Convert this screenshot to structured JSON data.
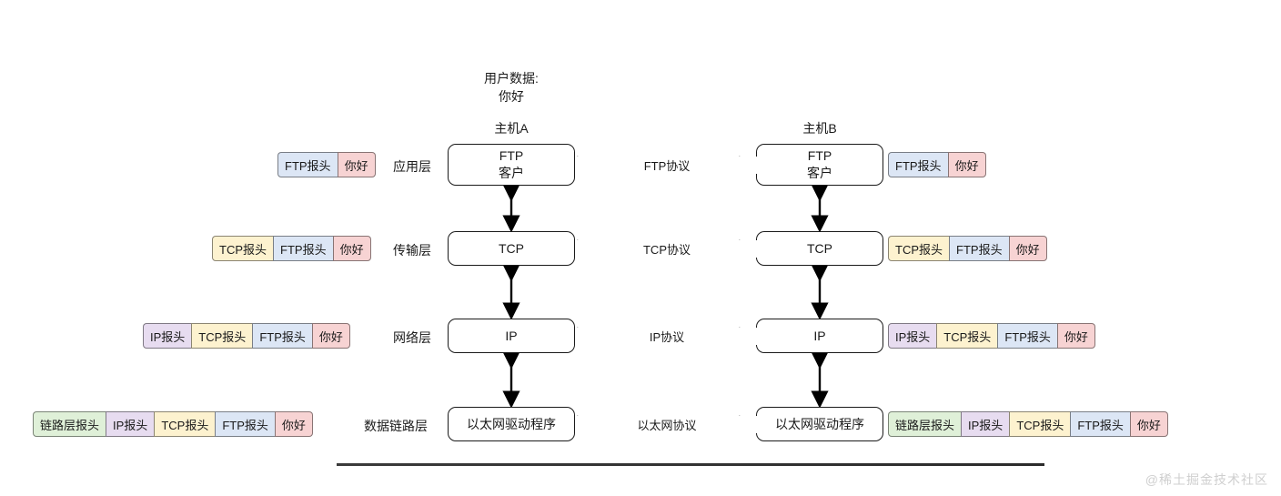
{
  "diagram": {
    "user_data": {
      "line1": "用户数据:",
      "line2": "你好"
    },
    "hosts": {
      "a": "主机A",
      "b": "主机B"
    },
    "watermark": "@稀土掘金技术社区",
    "layers": [
      {
        "layer_label": "应用层",
        "box_a_line1": "FTP",
        "box_a_line2": "客户",
        "box_b_line1": "FTP",
        "box_b_line2": "客户",
        "protocol": "FTP协议",
        "packet_left": [
          {
            "text": "FTP报头",
            "kind": "ftp"
          },
          {
            "text": "你好",
            "kind": "data"
          }
        ],
        "packet_right": [
          {
            "text": "FTP报头",
            "kind": "ftp"
          },
          {
            "text": "你好",
            "kind": "data"
          }
        ]
      },
      {
        "layer_label": "传输层",
        "box_a_line1": "TCP",
        "box_a_line2": "",
        "box_b_line1": "TCP",
        "box_b_line2": "",
        "protocol": "TCP协议",
        "packet_left": [
          {
            "text": "TCP报头",
            "kind": "tcp"
          },
          {
            "text": "FTP报头",
            "kind": "ftp"
          },
          {
            "text": "你好",
            "kind": "data"
          }
        ],
        "packet_right": [
          {
            "text": "TCP报头",
            "kind": "tcp"
          },
          {
            "text": "FTP报头",
            "kind": "ftp"
          },
          {
            "text": "你好",
            "kind": "data"
          }
        ]
      },
      {
        "layer_label": "网络层",
        "box_a_line1": "IP",
        "box_a_line2": "",
        "box_b_line1": "IP",
        "box_b_line2": "",
        "protocol": "IP协议",
        "packet_left": [
          {
            "text": "IP报头",
            "kind": "ip"
          },
          {
            "text": "TCP报头",
            "kind": "tcp"
          },
          {
            "text": "FTP报头",
            "kind": "ftp"
          },
          {
            "text": "你好",
            "kind": "data"
          }
        ],
        "packet_right": [
          {
            "text": "IP报头",
            "kind": "ip"
          },
          {
            "text": "TCP报头",
            "kind": "tcp"
          },
          {
            "text": "FTP报头",
            "kind": "ftp"
          },
          {
            "text": "你好",
            "kind": "data"
          }
        ]
      },
      {
        "layer_label": "数据链路层",
        "box_a_line1": "以太网驱动程序",
        "box_a_line2": "",
        "box_b_line1": "以太网驱动程序",
        "box_b_line2": "",
        "protocol": "以太网协议",
        "packet_left": [
          {
            "text": "链路层报头",
            "kind": "link"
          },
          {
            "text": "IP报头",
            "kind": "ip"
          },
          {
            "text": "TCP报头",
            "kind": "tcp"
          },
          {
            "text": "FTP报头",
            "kind": "ftp"
          },
          {
            "text": "你好",
            "kind": "data"
          }
        ],
        "packet_right": [
          {
            "text": "链路层报头",
            "kind": "link"
          },
          {
            "text": "IP报头",
            "kind": "ip"
          },
          {
            "text": "TCP报头",
            "kind": "tcp"
          },
          {
            "text": "FTP报头",
            "kind": "ftp"
          },
          {
            "text": "你好",
            "kind": "data"
          }
        ]
      }
    ],
    "colors": {
      "link_header": "#dff0d8",
      "ip_header": "#e7dcf0",
      "tcp_header": "#fdf2cf",
      "ftp_header": "#dce6f5",
      "user_data": "#f7d3d3",
      "box_border": "#1a1a1a",
      "arrow": "#000000",
      "watermark": "#cfcfcf"
    }
  }
}
